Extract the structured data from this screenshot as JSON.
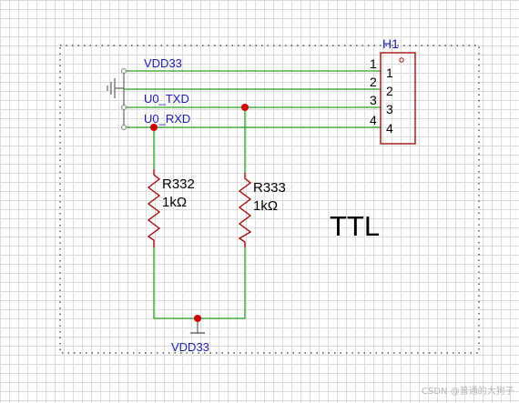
{
  "connector": {
    "designator": "H1",
    "pins": [
      {
        "outer": "1",
        "inner": "1"
      },
      {
        "outer": "2",
        "inner": "2"
      },
      {
        "outer": "3",
        "inner": "3"
      },
      {
        "outer": "4",
        "inner": "4"
      }
    ]
  },
  "nets": {
    "vdd": "VDD33",
    "txd": "U0_TXD",
    "rxd": "U0_RXD",
    "bottom_vdd": "VDD33"
  },
  "resistors": [
    {
      "designator": "R332",
      "value": "1kΩ"
    },
    {
      "designator": "R333",
      "value": "1kΩ"
    }
  ],
  "block_title": "TTL",
  "watermark": "CSDN @普通的大狗子",
  "colors": {
    "wire": "#2aa02a",
    "resistor": "#a01010",
    "junction": "#cc0000",
    "component": "#a01010",
    "label": "#1c1cb0",
    "ground": "#606060",
    "border": "#303030"
  }
}
